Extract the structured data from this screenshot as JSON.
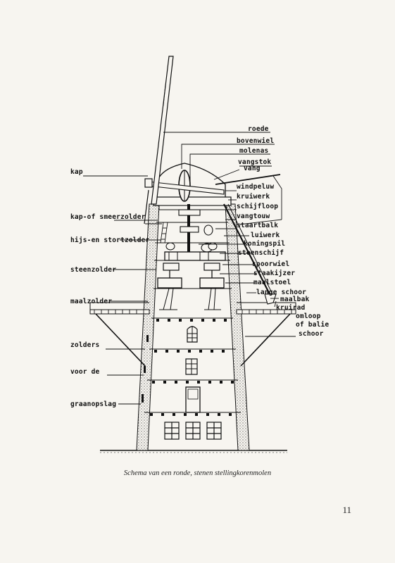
{
  "labels": {
    "roede": "roede",
    "bovenwiel": "bovenwiel",
    "molenas": "molenas",
    "vangstok": "vangstok",
    "vang": "vang",
    "kap": "kap",
    "windpeluw": "windpeluw",
    "kruiwerk": "kruiwerk",
    "schijfloop": "schijfloop",
    "vangtouw": "vangtouw",
    "staartbalk": "staartbalk",
    "kap_of_smeerzolder": "kap-of smeerzolder",
    "luiwerk": "luiwerk",
    "koningspil": "koningspil",
    "hijs_en_stortzolder": "hijs-en stortzolder",
    "steenschijf": "steenschijf",
    "spoorwiel": "spoorwiel",
    "steenzolder": "steenzolder",
    "staakijzer": "staakijzer",
    "maalstoel": "maalstoel",
    "lange_schoor": "lange schoor",
    "maalzolder": "maalzolder",
    "maalbak": "maalbak",
    "kruirad": "kruirad",
    "omloop": "omloop",
    "of_balie": "of balie",
    "schoor": "schoor",
    "zolders": "zolders",
    "voor_de": "voor de",
    "graanopslag": "graanopslag"
  },
  "caption": "Schema van een ronde, stenen stellingkorenmolen",
  "page_number": "11"
}
